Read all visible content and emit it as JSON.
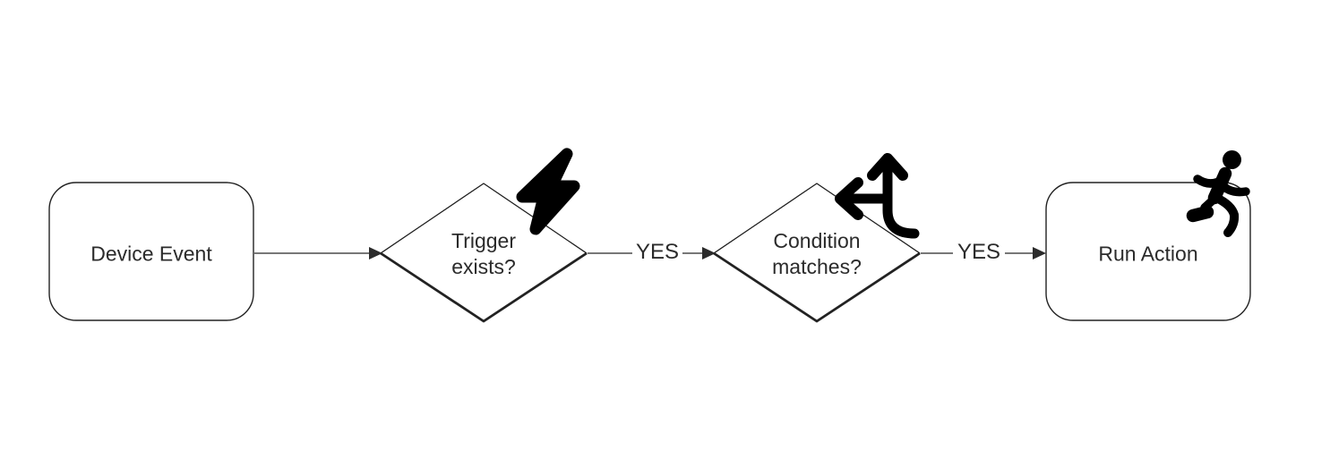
{
  "diagram": {
    "type": "flowchart",
    "background_color": "#ffffff",
    "shape_stroke_color": "#222222",
    "edge_color": "#4a4a4a",
    "text_color": "#2b2b2b",
    "icon_color": "#000000",
    "nodes": [
      {
        "id": "device-event",
        "shape": "rounded-rectangle",
        "label": "Device Event",
        "icon": null
      },
      {
        "id": "trigger-exists",
        "shape": "diamond",
        "label": "Trigger exists?",
        "icon": "lightning-bolt-icon"
      },
      {
        "id": "condition-matches",
        "shape": "diamond",
        "label": "Condition matches?",
        "icon": "directions-split-icon"
      },
      {
        "id": "run-action",
        "shape": "rounded-rectangle",
        "label": "Run Action",
        "icon": "running-person-icon"
      }
    ],
    "edges": [
      {
        "from": "device-event",
        "to": "trigger-exists",
        "label": ""
      },
      {
        "from": "trigger-exists",
        "to": "condition-matches",
        "label": "YES"
      },
      {
        "from": "condition-matches",
        "to": "run-action",
        "label": "YES"
      }
    ]
  }
}
